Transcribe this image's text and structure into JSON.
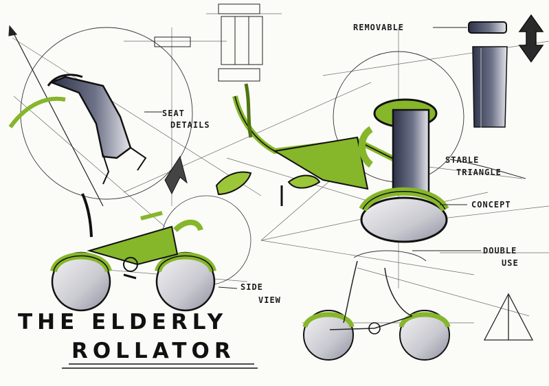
{
  "labels": {
    "removable": "REMOVABLE",
    "seat_details_1": "SEAT",
    "seat_details_2": "DETAILS",
    "stable_1": "STABLE",
    "stable_2": "TRIANGLE",
    "concept": "CONCEPT",
    "double_1": "DOUBLE",
    "double_2": "USE",
    "side_1": "SIDE",
    "side_2": "VIEW"
  },
  "title": {
    "line1": "THE ELDERLY",
    "line2": "ROLLATOR"
  },
  "colors": {
    "lime": "#86b62a",
    "lime_dark": "#4e7412",
    "ink": "#1c1c1c",
    "grey": "#3f4660",
    "paper": "#fbfbf8"
  }
}
